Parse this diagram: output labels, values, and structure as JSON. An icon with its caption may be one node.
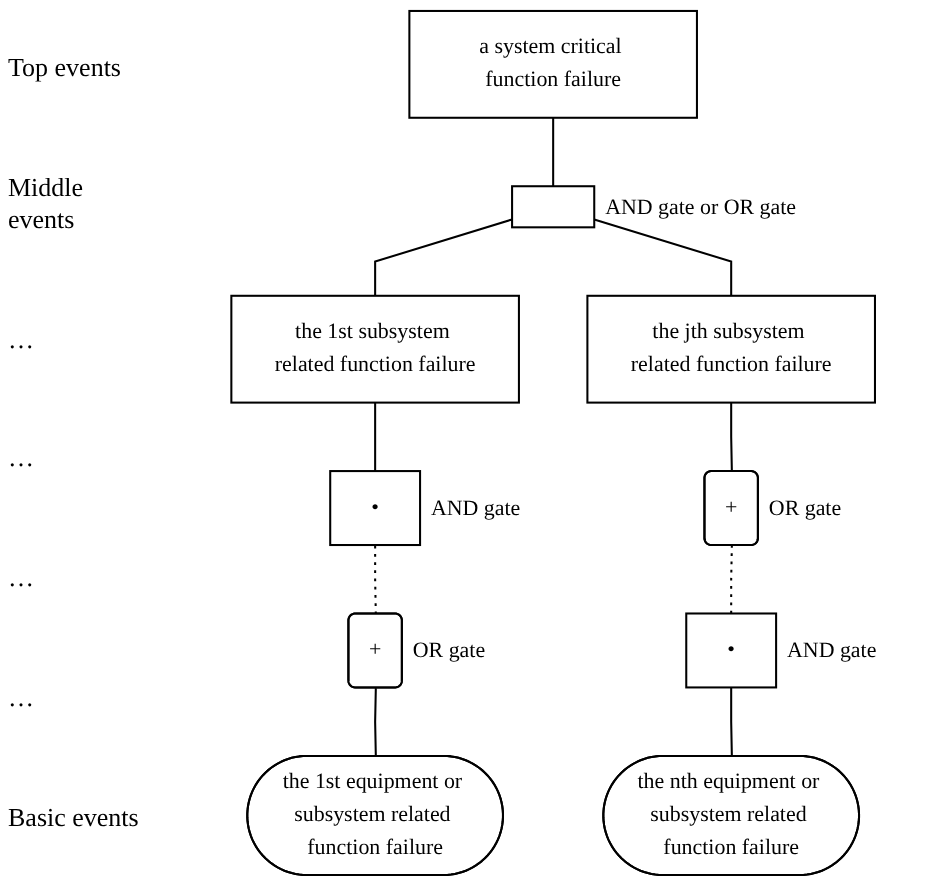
{
  "diagram": {
    "nodes": [
      {
        "text": [
          "a system critical function failure"
        ]
      },
      {
        "text": [],
        "shape": "box",
        "beside": [
          "AND gate or OR gate"
        ]
      },
      {
        "text": [
          "the 1st subsystem related function failure"
        ]
      },
      {
        "text": [
          "the jth subsystem related function failure"
        ]
      },
      {
        "text": [
          "•"
        ],
        "beside": [
          "AND gate"
        ]
      },
      {
        "text": [
          "+"
        ],
        "beside": [
          "OR gate"
        ]
      },
      {
        "text": [
          "the 1st equipment or subsystem related function failure"
        ]
      },
      {
        "text": [
          "+"
        ],
        "beside": [
          "OR gate"
        ]
      },
      {
        "text": [
          "•"
        ],
        "beside": [
          "AND gate"
        ]
      },
      {
        "text": [
          "the nth equipment or subsystem related function failure"
        ]
      }
    ],
    "edges": [
      {
        "from": 1,
        "to": 0,
        "arrow": "none"
      },
      {
        "from": 2,
        "to": 1,
        "arrow": "none"
      },
      {
        "from": 3,
        "to": 1,
        "arrow": "none"
      },
      {
        "from": 4,
        "to": 2,
        "arrow": "none"
      },
      {
        "from": 5,
        "to": 4,
        "arrow": "none",
        "style": "dashed"
      },
      {
        "from": 6,
        "to": 5,
        "arrow": "none"
      },
      {
        "from": 7,
        "to": 3,
        "arrow": "none"
      },
      {
        "from": 8,
        "to": 7,
        "arrow": "none",
        "style": "dashed"
      },
      {
        "from": 9,
        "to": 8,
        "arrow": "none"
      }
    ],
    "labels": [
      "Top events",
      "Middle events",
      "…",
      "…",
      "…",
      "…",
      "Basic events"
    ]
  }
}
